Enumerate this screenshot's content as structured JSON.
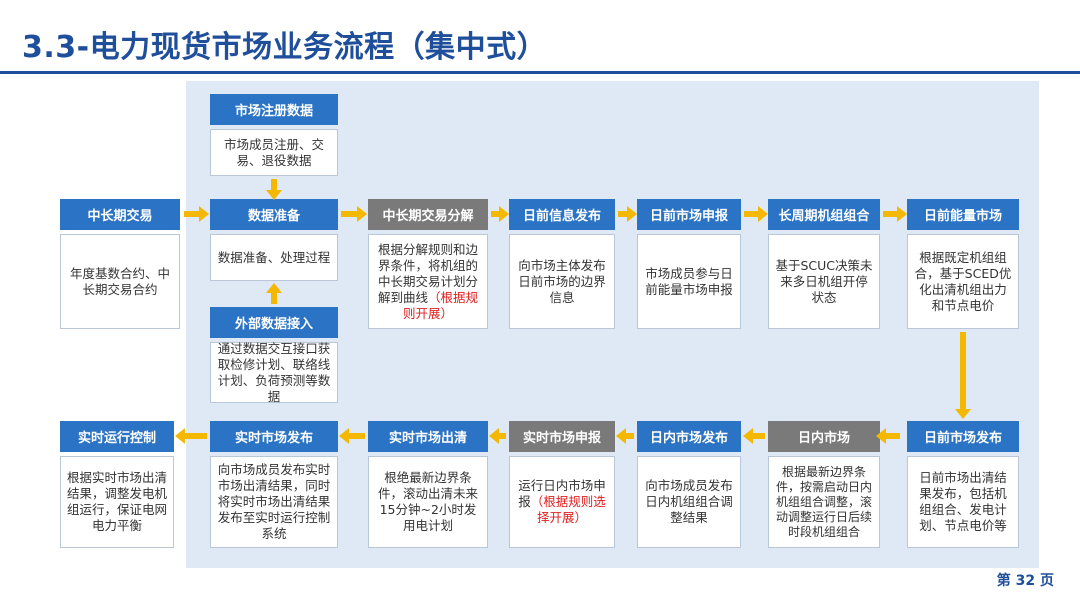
{
  "title": "3.3-电力现货市场业务流程（集中式）",
  "page_number": "第 32 页",
  "colors": {
    "header_blue": "#2b73c4",
    "header_gray": "#7a7a7a",
    "arrow": "#f5b800",
    "panel": "#dfe9f6",
    "title": "#1f4e9b"
  },
  "boxes": {
    "b_zcqjy": {
      "title": "中长期交易",
      "text": "年度基数合约、中长期交易合约"
    },
    "b_sczc": {
      "title": "市场注册数据",
      "text": "市场成员注册、交易、退役数据"
    },
    "b_sjzb": {
      "title": "数据准备",
      "text": "数据准备、处理过程"
    },
    "b_wbsj": {
      "title": "外部数据接入",
      "text": "通过数据交互接口获取检修计划、联络线计划、负荷预测等数据"
    },
    "b_fj": {
      "title": "中长期交易分解",
      "text": "根据分解规则和边界条件，将机组的中长期交易计划分解到曲线",
      "note": "（根据规则开展）"
    },
    "b_rqxx": {
      "title": "日前信息发布",
      "text": "向市场主体发布日前市场的边界信息"
    },
    "b_rqsb": {
      "title": "日前市场申报",
      "text": "市场成员参与日前能量市场申报"
    },
    "b_czq": {
      "title": "长周期机组组合",
      "text": "基于SCUC决策未来多日机组开停状态"
    },
    "b_rqnl": {
      "title": "日前能量市场",
      "text": "根据既定机组组合，基于SCED优化出清机组出力和节点电价"
    },
    "b_rqfb": {
      "title": "日前市场发布",
      "text": "日前市场出清结果发布，包括机组组合、发电计划、节点电价等"
    },
    "b_rn": {
      "title": "日内市场",
      "text": "根据最新边界条件，按需启动日内机组组合调整，滚动调整运行日后续时段机组组合"
    },
    "b_rnfb": {
      "title": "日内市场发布",
      "text": "向市场成员发布日内机组组合调整结果"
    },
    "b_sssb": {
      "title": "实时市场申报",
      "text": "运行日内市场申报",
      "note": "（根据规则选择开展）"
    },
    "b_sscq": {
      "title": "实时市场出清",
      "text": "根绝最新边界条件，滚动出清未来15分钟~2小时发用电计划"
    },
    "b_ssfb": {
      "title": "实时市场发布",
      "text": "向市场成员发布实时市场出清结果，同时将实时市场出清结果发布至实时运行控制系统"
    },
    "b_sskz": {
      "title": "实时运行控制",
      "text": "根据实时市场出清结果，调整发电机组运行，保证电网电力平衡"
    }
  }
}
